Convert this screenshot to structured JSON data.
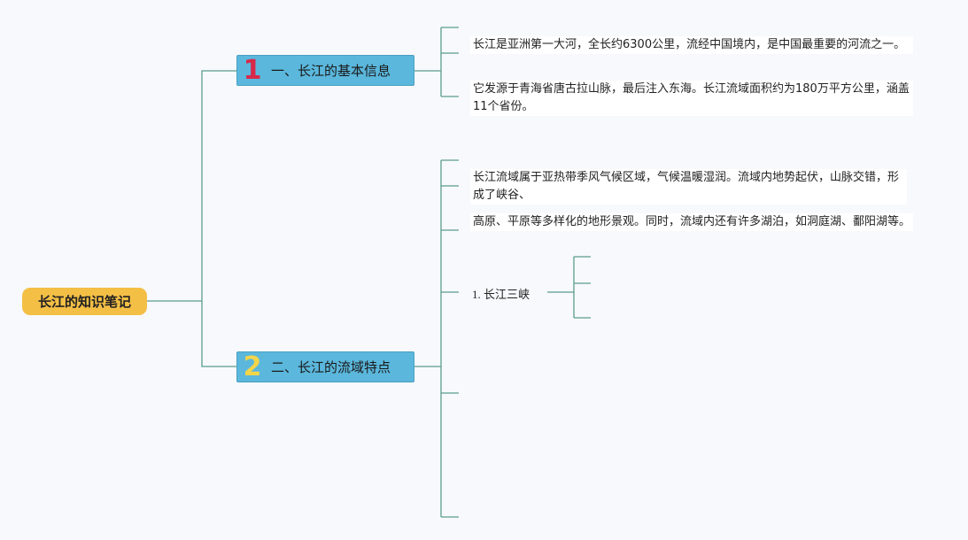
{
  "root": {
    "label": "长江的知识笔记"
  },
  "topics": [
    {
      "number": "1",
      "number_color": "#d8284a",
      "label": "一、长江的基本信息",
      "notes": [
        "长江是亚洲第一大河，全长约6300公里，流经中国境内，是中国最重要的河流之一。",
        "它发源于青海省唐古拉山脉，最后注入东海。长江流域面积约为180万平方公里，涵盖11个省份。"
      ]
    },
    {
      "number": "2",
      "number_color": "#f3d54a",
      "label": "二、长江的流域特点",
      "notes": [
        "长江流域属于亚热带季风气候区域，气候温暖湿润。流域内地势起伏，山脉交错，形成了峡谷、",
        "高原、平原等多样化的地形景观。同时，流域内还有许多湖泊，如洞庭湖、鄱阳湖等。"
      ],
      "subtopic": "1. 长江三峡"
    }
  ],
  "colors": {
    "root_bg": "#f4bf45",
    "topic_bg": "#5bb7dc",
    "connector": "#5a9d8e"
  }
}
